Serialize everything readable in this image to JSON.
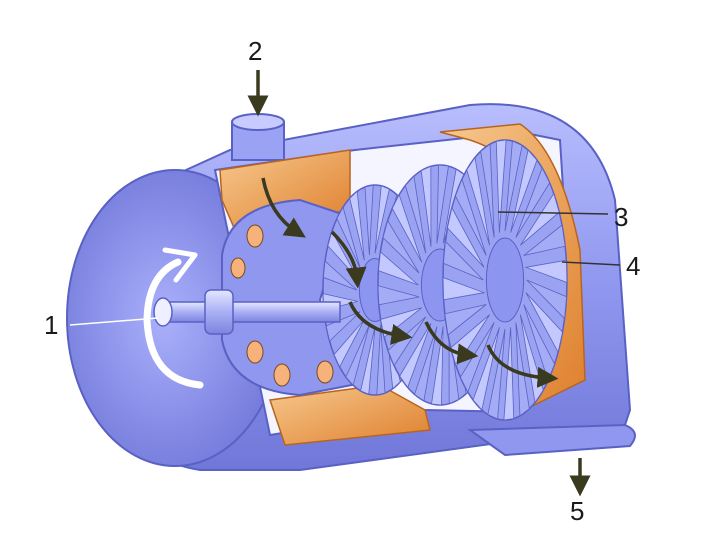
{
  "labels": [
    {
      "id": "1",
      "text": "1"
    },
    {
      "id": "2",
      "text": "2"
    },
    {
      "id": "3",
      "text": "3"
    },
    {
      "id": "4",
      "text": "4"
    },
    {
      "id": "5",
      "text": "5"
    }
  ],
  "colors": {
    "casing": "#8c95f0",
    "casing_dark": "#6d74d6",
    "casing_light": "#b9beff",
    "insulation": "#e58c3a",
    "insulation_light": "#f6c48a",
    "blade": "#a6b0f2",
    "flow_arrow": "#3a3a1e",
    "background": "#ffffff"
  }
}
